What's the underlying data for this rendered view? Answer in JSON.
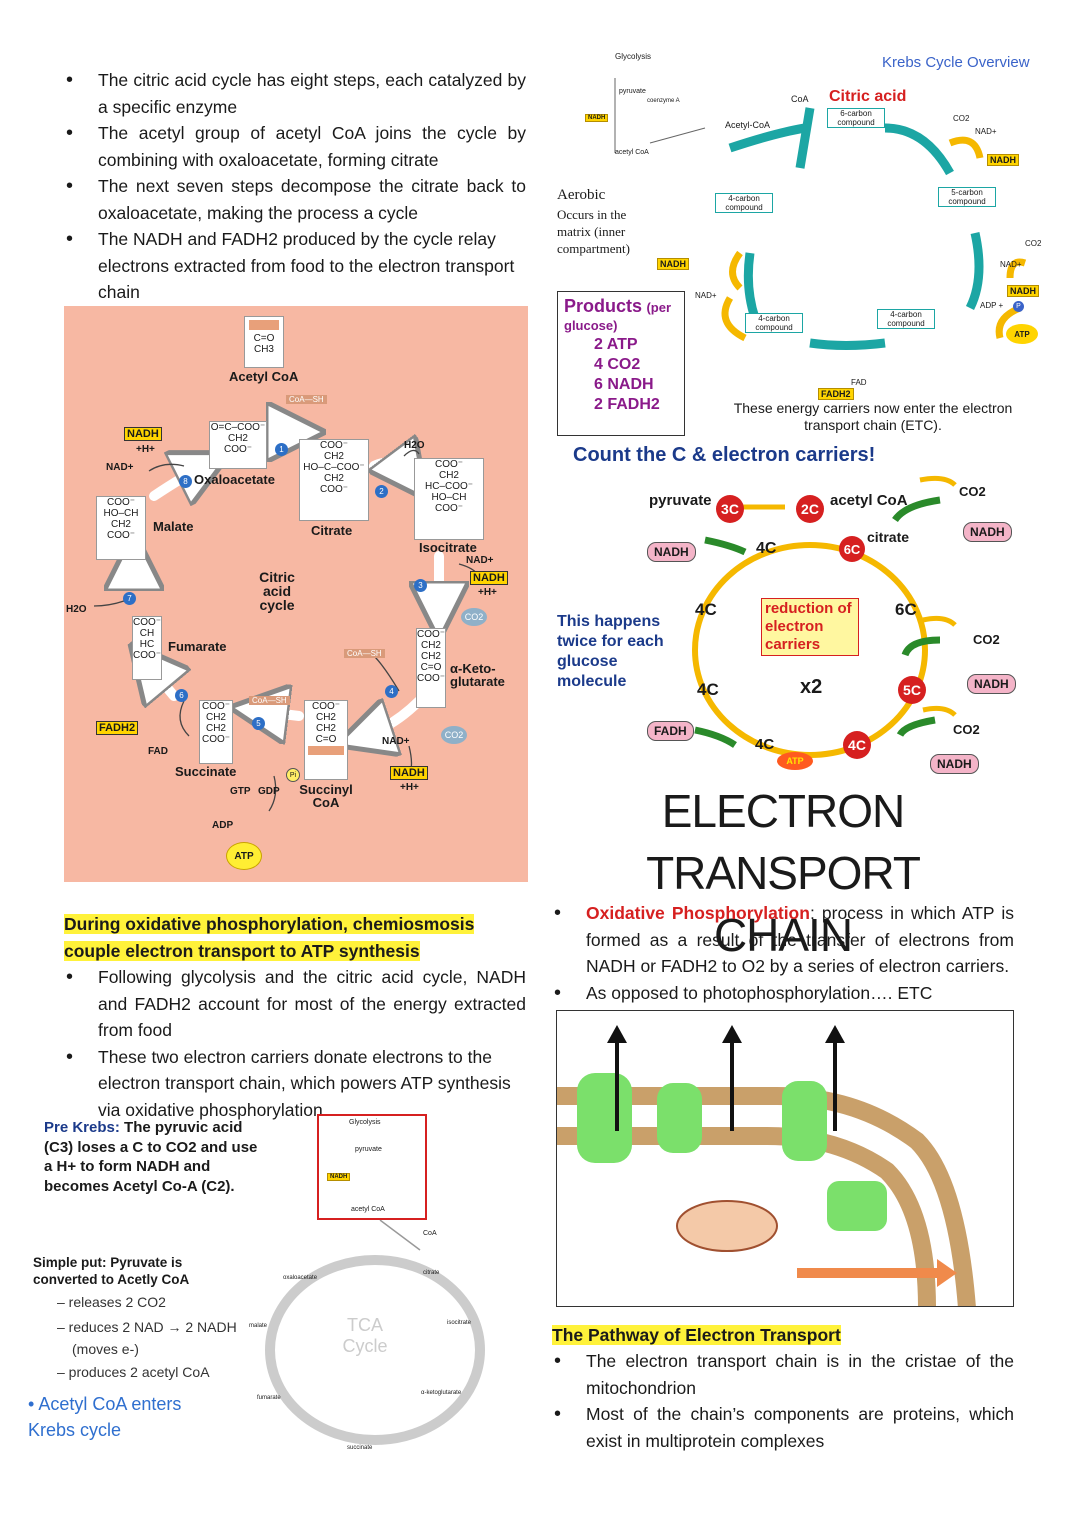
{
  "top_bullets": [
    "The citric acid cycle has eight steps, each catalyzed by a specific enzyme",
    "The acetyl group of acetyl CoA joins the cycle by combining with oxaloacetate, forming citrate",
    "The next seven steps decompose the citrate back to oxaloacetate, making the process a cycle",
    "The NADH and FADH2 produced by the cycle relay electrons extracted from food to the electron transport chain"
  ],
  "citric_diagram": {
    "center": "Citric acid cycle",
    "acetyl": "Acetyl CoA",
    "coa_sh": "CoA—SH",
    "labels": {
      "oxaloacetate": "Oxaloacetate",
      "citrate": "Citrate",
      "isocitrate": "Isocitrate",
      "aketo": "α-Keto-glutarate",
      "succinyl": "Succinyl CoA",
      "succinate": "Succinate",
      "fumarate": "Fumarate",
      "malate": "Malate"
    },
    "nadh": "NADH",
    "nad": "NAD+",
    "h": "+H+",
    "h2o": "H2O",
    "co2": "CO2",
    "fadh2": "FADH2",
    "fad": "FAD",
    "gtp": "GTP",
    "gdp": "GDP",
    "adp": "ADP",
    "atp": "ATP",
    "pi": "Pi",
    "steps": [
      "1",
      "2",
      "3",
      "4",
      "5",
      "6",
      "7",
      "8"
    ]
  },
  "krebs_overview": {
    "title": "Krebs Cycle Overview",
    "glycolysis": "Glycolysis",
    "pyruvate": "pyruvate",
    "coenzyme": "coenzyme A",
    "acetyl_coa": "acetyl CoA",
    "acetylcoa_label": "Acetyl-CoA",
    "coa": "CoA",
    "citric": "Citric acid",
    "c6": "6-carbon compound",
    "c5": "5-carbon compound",
    "c4a": "4-carbon compound",
    "c4b": "4-carbon compound",
    "c4c": "4-carbon compound",
    "c4d": "4-carbon compound",
    "aerobic": "Aerobic",
    "occurs": "Occurs in the matrix (inner compartment)",
    "products_title": "Products",
    "per": "(per glucose)",
    "products": [
      "2 ATP",
      "4 CO2",
      "6 NADH",
      "2 FADH2"
    ],
    "energy": "These energy carriers now enter the electron transport chain (ETC).",
    "nadh": "NADH",
    "nad": "NAD+",
    "h": "+ H+",
    "co2": "CO2",
    "adp": "ADP +",
    "p": "P",
    "atp": "ATP",
    "fadh2": "FADH2",
    "fad": "FAD"
  },
  "count": {
    "title": "Count the C & electron carriers!",
    "pyruvate": "pyruvate",
    "acetyl": "acetyl CoA",
    "citrate": "citrate",
    "happens": "This happens twice for each glucose molecule",
    "reduction": "reduction of electron carriers",
    "x2": "x2",
    "nadh": "NADH",
    "fadh": "FADH",
    "co2": "CO2",
    "atp": "ATP",
    "c3": "3C",
    "c2": "2C",
    "c6": "6C",
    "c5": "5C",
    "c4": "4C"
  },
  "etc_heading": {
    "line1": "ELECTRON TRANSPORT",
    "line2": "CHAIN"
  },
  "ox_section": {
    "heading": "During oxidative phosphorylation, chemiosmosis couple electron transport to ATP synthesis",
    "bullets": [
      "Following glycolysis and the citric acid cycle, NADH and FADH2 account for most of the energy extracted from food",
      "These two electron carriers donate electrons to the electron transport chain, which powers ATP synthesis via oxidative phosphorylation"
    ]
  },
  "ox_def": {
    "term": "Oxidative Phosphorylation",
    "text": ": process in which ATP is formed as a result of the transfer of electrons from NADH or FADH2 to O2 by a series of electron carriers.",
    "bullet2": "As opposed to photophosphorylation…. ETC"
  },
  "prekrebs": {
    "label": "Pre Krebs:",
    "text": "The pyruvic acid (C3) loses a C to CO2 and use a H+ to form NADH and becomes Acetyl Co-A (C2).",
    "simple": "Simple put: Pyruvate is converted to Acetly CoA",
    "items": [
      "– releases 2 CO2",
      "– reduces 2 NAD → 2 NADH",
      "(moves e-)",
      "– produces 2 acetyl CoA"
    ],
    "enters": "Acetyl CoA enters Krebs cycle",
    "tca": "TCA Cycle",
    "glycolysis": "Glycolysis",
    "pyruvate": "pyruvate",
    "acetyl": "acetyl CoA",
    "nadh": "NADH",
    "coa": "CoA",
    "citrate": "citrate",
    "isocitrate": "isocitrate",
    "oxaloacetate": "oxaloacetate",
    "malate": "malate",
    "fumarate": "fumarate",
    "succinate": "succinate",
    "aketo": "α-ketoglutarate"
  },
  "pathway": {
    "heading": "The Pathway of Electron Transport",
    "bullets": [
      "The electron transport chain is in the cristae of the mitochondrion",
      "Most of the chain’s components are proteins, which exist in multiprotein complexes"
    ]
  },
  "colors": {
    "salmon": "#f7b8a3",
    "teal": "#1ca6a4",
    "yellow": "#fff23a",
    "red": "#d62020",
    "navy": "#1b3a8a",
    "purple": "#8a1a8a"
  }
}
